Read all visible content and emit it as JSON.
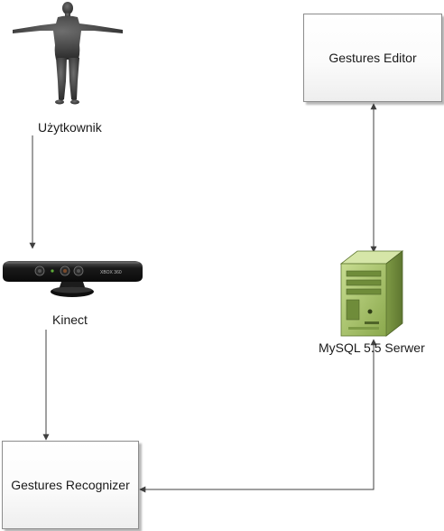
{
  "nodes": {
    "user": {
      "label": "Użytkownik",
      "icon": "human-figure-icon"
    },
    "kinect": {
      "label": "Kinect",
      "icon": "kinect-sensor-icon",
      "device_text": "XBOX 360"
    },
    "recognizer": {
      "label": "Gestures Recognizer"
    },
    "editor": {
      "label": "Gestures Editor"
    },
    "server": {
      "label": "MySQL 5.5 Serwer",
      "icon": "server-tower-icon"
    }
  },
  "edges": [
    {
      "from": "user",
      "to": "kinect",
      "direction": "forward"
    },
    {
      "from": "kinect",
      "to": "recognizer",
      "direction": "forward"
    },
    {
      "from": "recognizer",
      "to": "server",
      "direction": "both"
    },
    {
      "from": "editor",
      "to": "server",
      "direction": "both"
    }
  ],
  "colors": {
    "line": "#404040",
    "box_border": "#8c8c8c",
    "server_body": "#9dbb5f",
    "figure": "#3a3a3a"
  }
}
